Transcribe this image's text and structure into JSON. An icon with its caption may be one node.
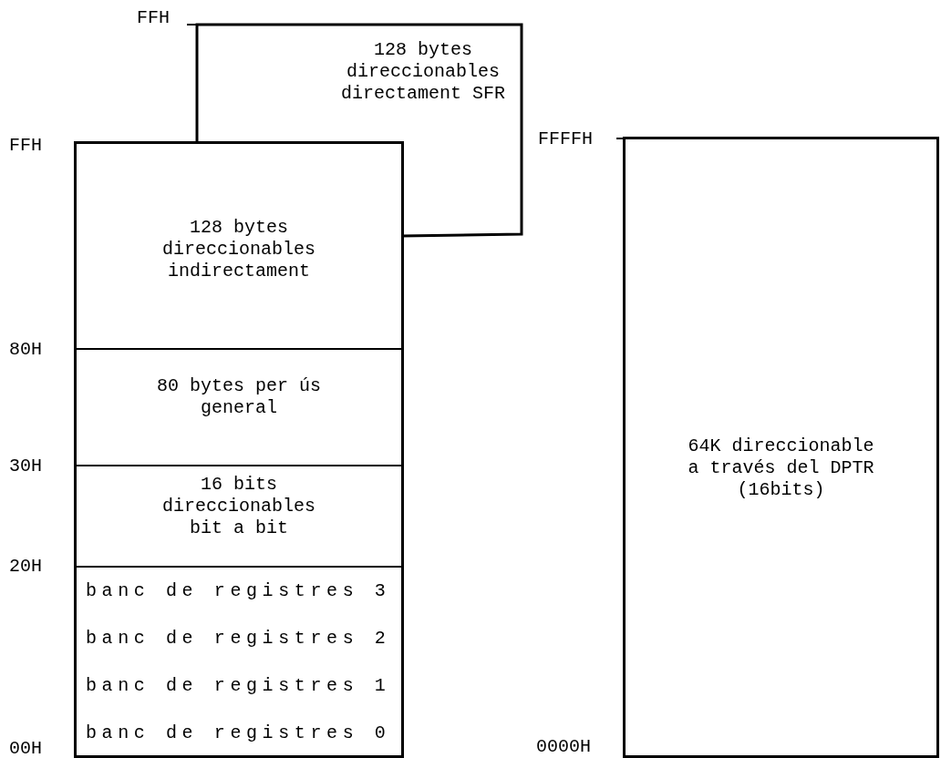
{
  "diagram": {
    "nodes": [
      {
        "text": [
          "128 bytes direccionables directament SFR"
        ]
      },
      {
        "text": [
          "128 bytes direccionables indirectament"
        ]
      },
      {
        "text": [
          "80 bytes per ús general"
        ]
      },
      {
        "text": [
          "16 bits direccionables bit a bit"
        ]
      },
      {
        "text": [
          "banc de registres 3",
          "banc de registres 2",
          "banc de registres 1",
          "banc de registres 0"
        ]
      },
      {
        "text": [
          "64K direccionable a través del DPTR (16bits)"
        ]
      }
    ],
    "labels": [
      "FFH",
      "FFH",
      "80H",
      "30H",
      "20H",
      "00H",
      "FFFFH",
      "0000H"
    ]
  }
}
